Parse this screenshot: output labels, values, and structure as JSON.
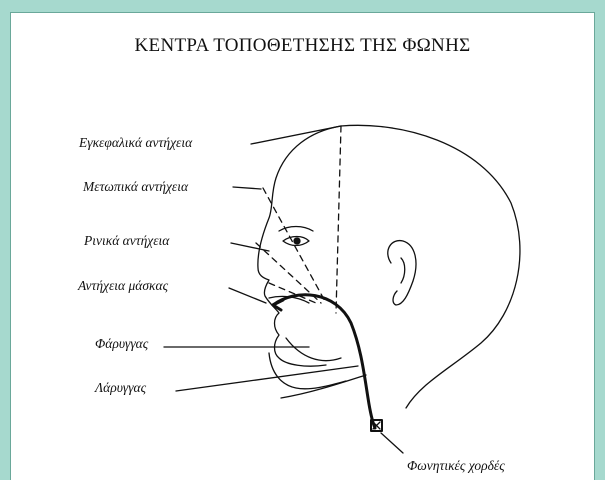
{
  "title": "ΚΕΝΤΡΑ ΤΟΠΟΘΕΤΗΣΗΣ ΤΗΣ ΦΩΝΗΣ",
  "labels": {
    "cerebral": "Εγκεφαλικά αντήχεια",
    "frontal": "Μετωπικά αντήχεια",
    "nasal": "Ρινικά αντήχεια",
    "mask": "Αντήχεια μάσκας",
    "pharynx": "Φάρυγγας",
    "larynx": "Λάρυγγας",
    "vocal_cords": "Φωνητικές χορδές"
  },
  "colors": {
    "background": "#a6d9ce",
    "panel": "#ffffff",
    "ink": "#111111"
  }
}
